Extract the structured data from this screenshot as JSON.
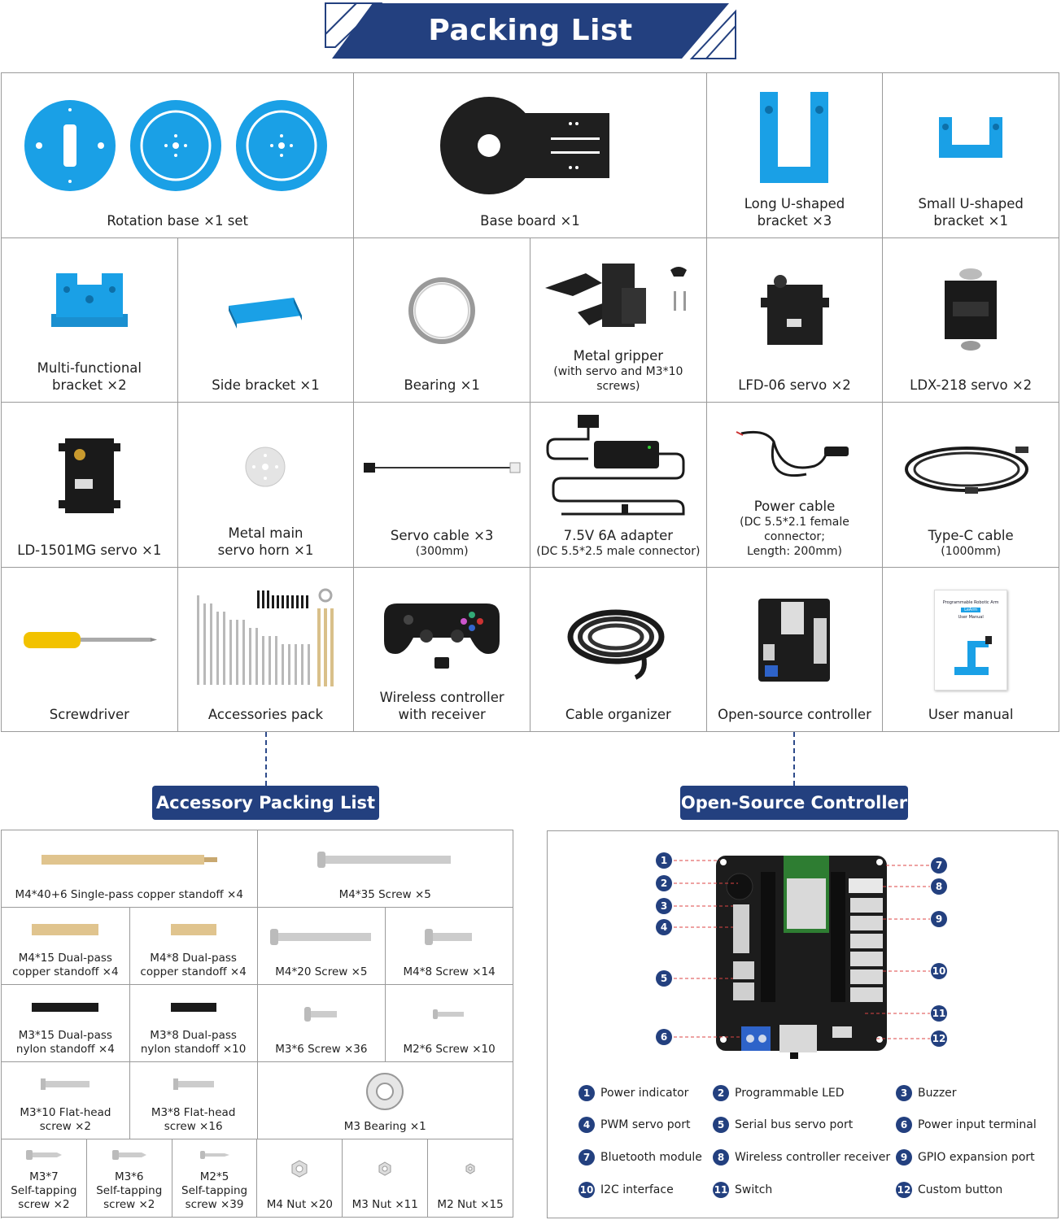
{
  "header": {
    "title": "Packing List"
  },
  "items": [
    {
      "label": "Rotation base ×1 set",
      "sub": ""
    },
    {
      "label": "Base board ×1",
      "sub": ""
    },
    {
      "label": "Long U-shaped\nbracket ×3",
      "sub": ""
    },
    {
      "label": "Small U-shaped\nbracket ×1",
      "sub": ""
    },
    {
      "label": "Multi-functional\nbracket ×2",
      "sub": ""
    },
    {
      "label": "Side bracket ×1",
      "sub": ""
    },
    {
      "label": "Bearing ×1",
      "sub": ""
    },
    {
      "label": "Metal gripper",
      "sub": "(with servo and M3*10 screws)"
    },
    {
      "label": "LFD-06 servo ×2",
      "sub": ""
    },
    {
      "label": "LDX-218 servo ×2",
      "sub": ""
    },
    {
      "label": "LD-1501MG servo ×1",
      "sub": ""
    },
    {
      "label": "Metal main\nservo horn ×1",
      "sub": ""
    },
    {
      "label": "Servo cable ×3",
      "sub": "(300mm)"
    },
    {
      "label": "7.5V 6A adapter",
      "sub": "(DC 5.5*2.5 male connector)"
    },
    {
      "label": "Power cable",
      "sub": "(DC 5.5*2.1 female connector;\nLength: 200mm)"
    },
    {
      "label": "Type-C cable",
      "sub": "(1000mm)"
    },
    {
      "label": "Screwdriver",
      "sub": ""
    },
    {
      "label": "Accessories pack",
      "sub": ""
    },
    {
      "label": "Wireless controller\nwith receiver",
      "sub": ""
    },
    {
      "label": "Cable organizer",
      "sub": ""
    },
    {
      "label": "Open-source controller",
      "sub": ""
    },
    {
      "label": "User manual",
      "sub": ""
    }
  ],
  "manual_cover": {
    "title": "Programmable Robotic Arm",
    "brand": "LeArm",
    "subtitle": "User Manual"
  },
  "accessory": {
    "title": "Accessory Packing List",
    "items": [
      "M4*40+6 Single-pass copper standoff ×4",
      "M4*35 Screw ×5",
      "M4*15 Dual-pass\ncopper standoff ×4",
      "M4*8 Dual-pass\ncopper standoff ×4",
      "M4*20 Screw ×5",
      "M4*8 Screw ×14",
      "M3*15 Dual-pass\nnylon standoff ×4",
      "M3*8 Dual-pass\nnylon standoff ×10",
      "M3*6 Screw ×36",
      "M2*6 Screw ×10",
      "M3*10 Flat-head\nscrew ×2",
      "M3*8 Flat-head\nscrew ×16",
      "M3 Bearing ×1",
      "M3*7\nSelf-tapping\nscrew ×2",
      "M3*6\nSelf-tapping\nscrew  ×2",
      "M2*5\nSelf-tapping\nscrew ×39",
      "M4 Nut ×20",
      "M3 Nut ×11",
      "M2 Nut ×15"
    ]
  },
  "controller": {
    "title": "Open-Source Controller",
    "legend": [
      {
        "n": "1",
        "label": "Power indicator"
      },
      {
        "n": "2",
        "label": "Programmable LED"
      },
      {
        "n": "3",
        "label": "Buzzer"
      },
      {
        "n": "4",
        "label": "PWM servo port"
      },
      {
        "n": "5",
        "label": "Serial bus servo port"
      },
      {
        "n": "6",
        "label": "Power input terminal"
      },
      {
        "n": "7",
        "label": "Bluetooth module"
      },
      {
        "n": "8",
        "label": "Wireless controller receiver"
      },
      {
        "n": "9",
        "label": "GPIO expansion port"
      },
      {
        "n": "10",
        "label": "I2C interface"
      },
      {
        "n": "11",
        "label": "Switch"
      },
      {
        "n": "12",
        "label": "Custom button"
      }
    ]
  },
  "colors": {
    "navy": "#23407f",
    "blue_part": "#1aa0e6",
    "line": "#9a9a9a",
    "pcb": "#1c1c1c"
  }
}
